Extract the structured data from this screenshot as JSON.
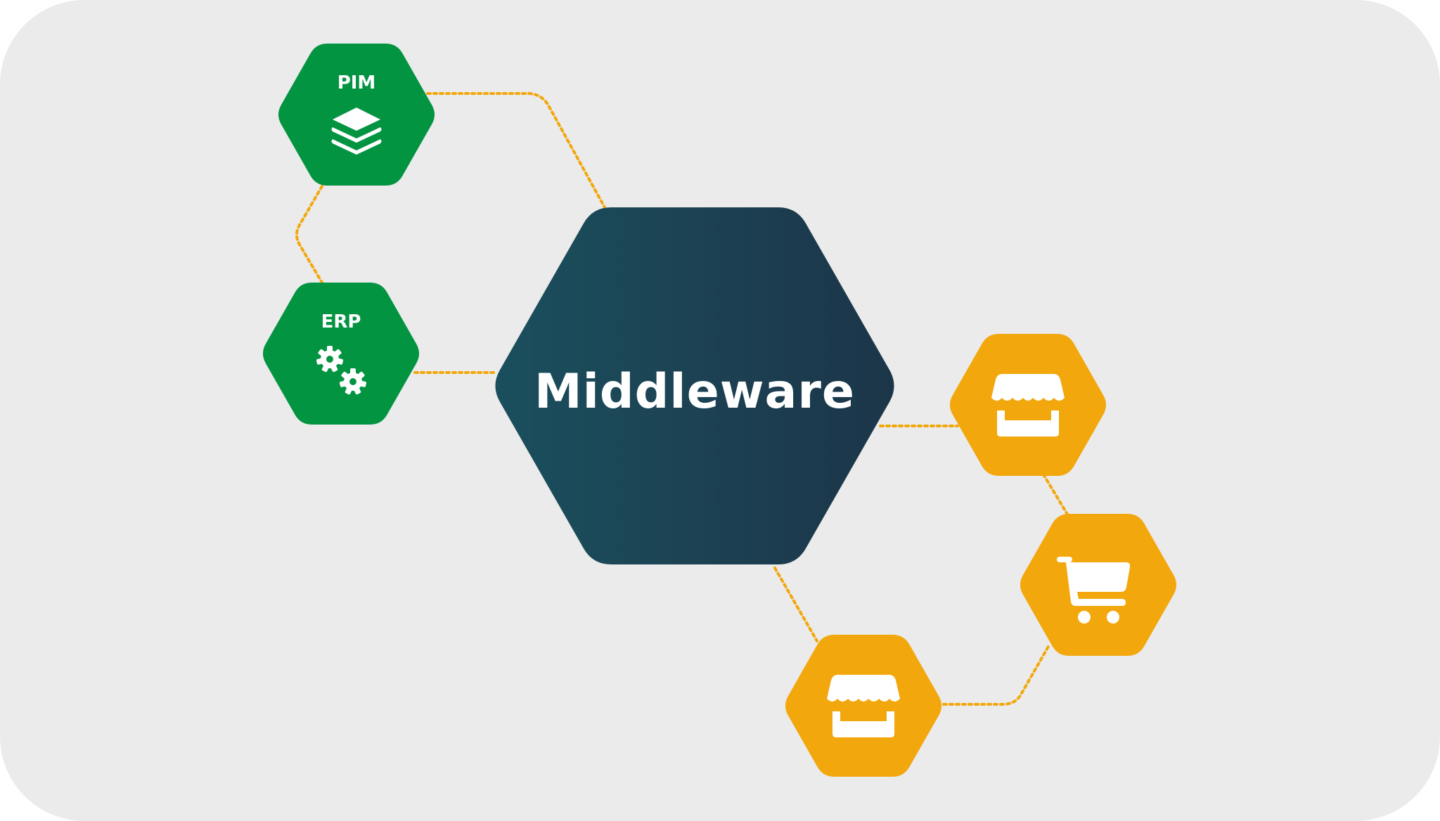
{
  "diagram": {
    "center": {
      "label": "Middleware"
    },
    "systems": [
      {
        "label": "PIM",
        "icon": "layers-icon"
      },
      {
        "label": "ERP",
        "icon": "gears-icon"
      }
    ],
    "channels": [
      {
        "icon": "storefront-icon"
      },
      {
        "icon": "shopping-cart-icon"
      },
      {
        "icon": "storefront-icon"
      }
    ]
  },
  "colors": {
    "background": "#ebebeb",
    "system_green": "#039442",
    "channel_orange": "#f2a70c",
    "center_gradient_start": "#1b4f5d",
    "center_gradient_end": "#1c3549",
    "connector": "#f2a70c",
    "icon_fill": "#ffffff"
  }
}
